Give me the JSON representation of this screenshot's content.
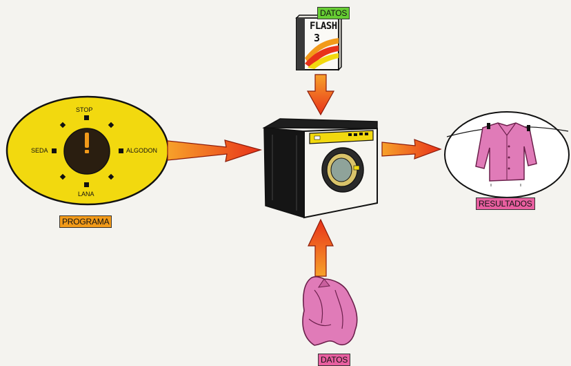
{
  "labels": {
    "datos_top": "DATOS",
    "datos_bottom": "DATOS",
    "programa": "PROGRAMA",
    "resultados": "RESULTADOS"
  },
  "dial": {
    "stop": "STOP",
    "seda": "SEDA",
    "algodon": "ALGODON",
    "lana": "LANA"
  },
  "book": {
    "title": "FLASH",
    "number": "3"
  },
  "colors": {
    "arrow": "#ee3a16",
    "dial_oval": "#f2d90f",
    "label_datos_top": "#66cc33",
    "label_programa": "#f29a1a",
    "label_resultados": "#e85fa0",
    "label_datos_bottom": "#e85fa0",
    "garment": "#e07bb8",
    "background": "#f4f3ef"
  }
}
